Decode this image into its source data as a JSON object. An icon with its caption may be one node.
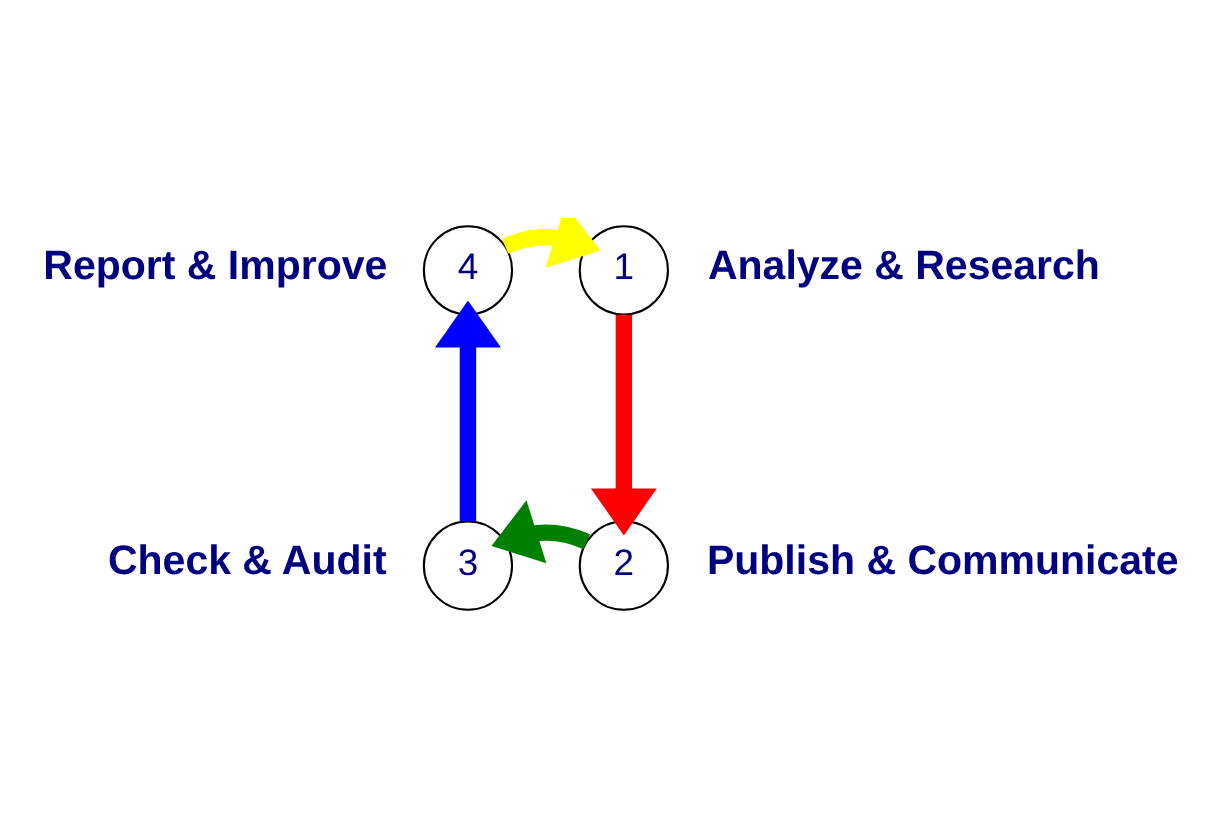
{
  "diagram": {
    "nodes": [
      {
        "text": [
          "1"
        ],
        "beside": [
          "Analyze & Research"
        ]
      },
      {
        "text": [
          "2"
        ],
        "beside": [
          "Publish & Communicate"
        ]
      },
      {
        "text": [
          "3"
        ],
        "beside": [
          "Check & Audit"
        ]
      },
      {
        "text": [
          "4"
        ],
        "beside": [
          "Report & Improve"
        ]
      }
    ],
    "edges": [
      {
        "from": 0,
        "to": 1,
        "arrow": "to",
        "color": "#ff0000"
      },
      {
        "from": 1,
        "to": 2,
        "arrow": "to",
        "color": "#008000"
      },
      {
        "from": 2,
        "to": 3,
        "arrow": "to",
        "color": "#0000ff"
      },
      {
        "from": 3,
        "to": 0,
        "arrow": "to",
        "color": "#ffff00"
      }
    ]
  }
}
